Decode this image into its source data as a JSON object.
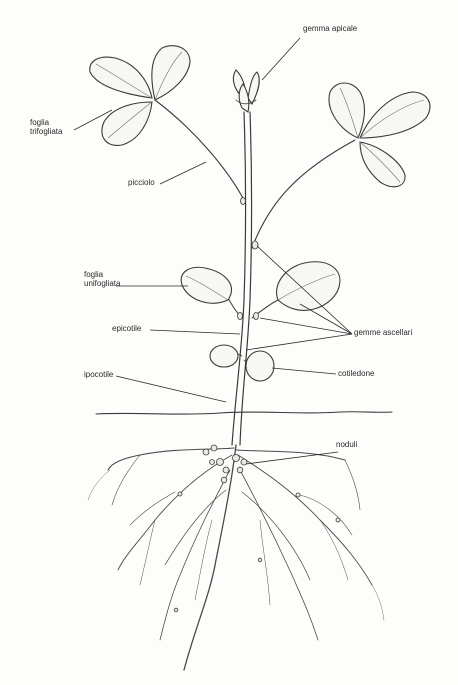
{
  "labels": {
    "gemma_apicale": "gemma apicale",
    "foglia_trifogliata_1": "foglia",
    "foglia_trifogliata_2": "trifogliata",
    "picciolo": "picciolo",
    "foglia_unifogliata_1": "foglia",
    "foglia_unifogliata_2": "unifogliata",
    "epicotile": "epicotile",
    "gemme_ascellari": "gemme ascellari",
    "ipocotile": "ipocotile",
    "cotiledone": "cotiledone",
    "noduli": "noduli"
  },
  "colors": {
    "ink": "#3a3a3a",
    "paper": "#fdfdfb",
    "text": "#2a2a2a"
  }
}
